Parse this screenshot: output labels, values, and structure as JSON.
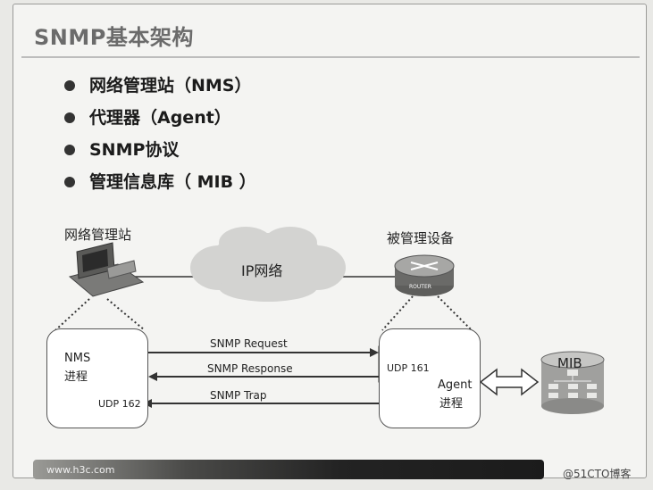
{
  "slide": {
    "title": "SNMP基本架构",
    "bullets": [
      "网络管理站（NMS）",
      "代理器（Agent）",
      "SNMP协议",
      "管理信息库（ MIB ）"
    ]
  },
  "diagram": {
    "nms_station_label": "网络管理站",
    "cloud_label": "IP网络",
    "managed_device_label": "被管理设备",
    "router_label": "ROUTER",
    "nms_process": {
      "line1": "NMS",
      "line2": "进程",
      "port": "UDP 162"
    },
    "agent_process": {
      "line1": "Agent",
      "line2": "进程",
      "port": "UDP 161"
    },
    "messages": {
      "request": "SNMP Request",
      "response": "SNMP Response",
      "trap": "SNMP Trap"
    },
    "mib_label": "MIB"
  },
  "footer": {
    "url": "www.h3c.com",
    "watermark": "@51CTO博客"
  }
}
